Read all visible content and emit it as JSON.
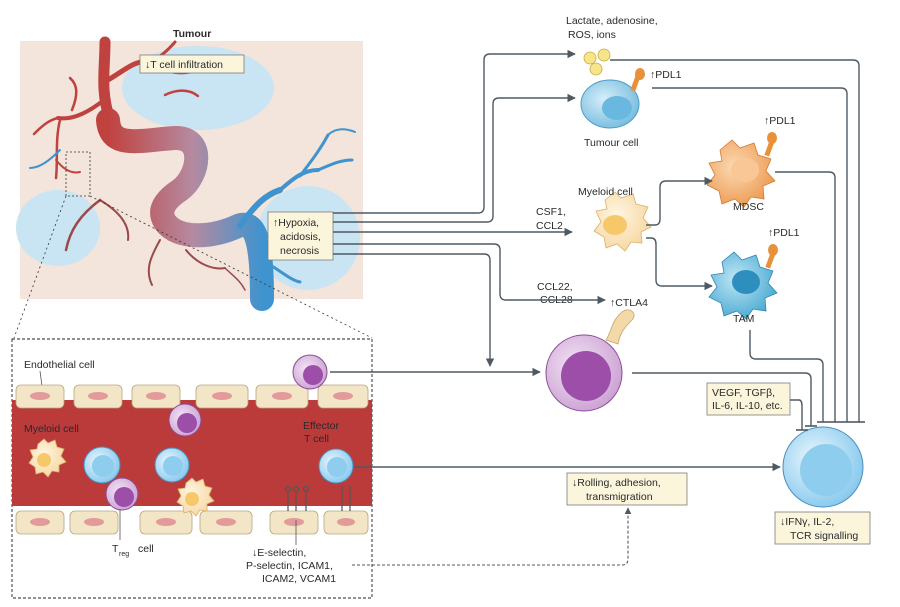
{
  "labels": {
    "tumour": "Tumour",
    "t_cell_infiltration": "↓T cell infiltration",
    "lactate_line1": "Lactate, adenosine,",
    "lactate_line2": "ROS, ions",
    "pdl1_tumour": "↑PDL1",
    "tumour_cell": "Tumour cell",
    "hypoxia_line1": "↑Hypoxia,",
    "hypoxia_line2": "acidosis,",
    "hypoxia_line3": "necrosis",
    "myeloid_cell": "Myeloid cell",
    "csf1": "CSF1,",
    "ccl2": "CCL2",
    "pdl1_mdsc": "↑PDL1",
    "mdsc": "MDSC",
    "pdl1_tam": "↑PDL1",
    "tam": "TAM",
    "ccl22": "CCL22,",
    "ccl28": "CCL28",
    "ctla4": "↑CTLA4",
    "endothelial_cell": "Endothelial cell",
    "myeloid_cell_vessel": "Myeloid cell",
    "effector_line1": "Effector",
    "effector_line2": "T cell",
    "treg_t": "T",
    "treg_sub": "reg",
    "treg_cell": "cell",
    "vegf_line1": "VEGF, TGFβ,",
    "vegf_line2": "IL-6, IL-10, etc.",
    "rolling_line1": "↓Rolling, adhesion,",
    "rolling_line2": "transmigration",
    "selectin_line1": "↓E-selectin,",
    "selectin_line2": "P-selectin, ICAM1,",
    "selectin_line3": "ICAM2, VCAM1",
    "ifn_line1": "↓IFNγ, IL-2,",
    "ifn_line2": "TCR signalling"
  },
  "colors": {
    "tumour_bg": "#f3e4dc",
    "hypoxic_region": "#c9e4f2",
    "artery": "#c0423e",
    "vein": "#3f93cf",
    "vessel_lumen": "#bb3a3a",
    "endothelial_fill": "#f3e6c6",
    "tumour_cell": "#7fc3e3",
    "myeloid": "#fbe2b8",
    "mdsc": "#f3a860",
    "tam": "#5bb6d8",
    "treg": "#9c4ea8",
    "effector": "#8fcdef",
    "pdl1": "#e8913a"
  }
}
